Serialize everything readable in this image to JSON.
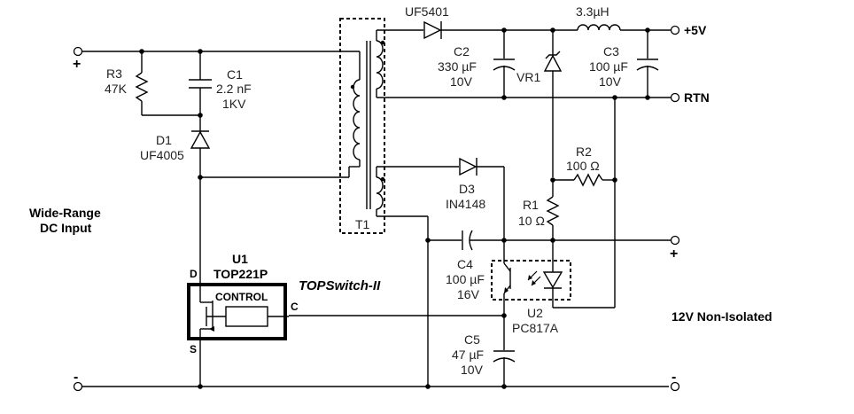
{
  "components": {
    "r3": {
      "ref": "R3",
      "value": "47K"
    },
    "c1": {
      "ref": "C1",
      "value": "2.2 nF",
      "rating": "1KV"
    },
    "d1": {
      "ref": "D1",
      "part": "UF4005"
    },
    "d2": {
      "part": "UF5401"
    },
    "c2": {
      "ref": "C2",
      "value": "330 µF",
      "rating": "10V"
    },
    "l1": {
      "value": "3.3µH"
    },
    "c3": {
      "ref": "C3",
      "value": "100 µF",
      "rating": "10V"
    },
    "vr1": {
      "ref": "VR1"
    },
    "r2": {
      "ref": "R2",
      "value": "100 Ω"
    },
    "r1": {
      "ref": "R1",
      "value": "10 Ω"
    },
    "d3": {
      "ref": "D3",
      "part": "IN4148"
    },
    "t1": {
      "ref": "T1"
    },
    "c4": {
      "ref": "C4",
      "value": "100 µF",
      "rating": "16V"
    },
    "u2": {
      "ref": "U2",
      "part": "PC817A"
    },
    "c5": {
      "ref": "C5",
      "value": "47 µF",
      "rating": "10V"
    },
    "u1": {
      "ref": "U1",
      "part": "TOP221P",
      "control": "CONTROL",
      "pin_d": "D",
      "pin_s": "S",
      "pin_c": "C",
      "family": "TOPSwitch-II"
    }
  },
  "outputs": {
    "plus5v": "+5V",
    "rtn": "RTN",
    "nonisolated": "12V Non-Isolated",
    "aux_plus": "+",
    "aux_minus": "-"
  },
  "input": {
    "line1": "Wide-Range",
    "line2": "DC Input",
    "plus": "+",
    "minus": "-"
  }
}
